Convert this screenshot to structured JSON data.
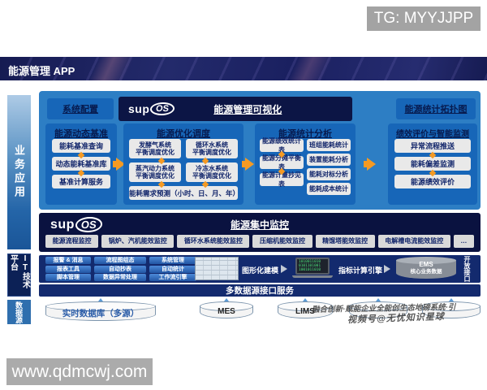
{
  "overlays": {
    "tg_badge": "TG: MYYJJPP",
    "site_badge": "www.qdmcwj.com",
    "watermark_line1": "融合创新·赋能企业全能创生态地磅系统·引",
    "watermark_line2": "视频号@无忧知识星球"
  },
  "banner": {
    "title": "能源管理 APP"
  },
  "sidebar": {
    "business": "业务应用",
    "it": "IT技术平台",
    "data": "数据源"
  },
  "logo": {
    "sup": "sup",
    "os": "OS"
  },
  "business": {
    "system_config": "系统配置",
    "viz_title": "能源管理可视化",
    "topology": "能源统计拓扑图",
    "col1": {
      "header": "能源动态基准",
      "items": [
        "能耗基准查询",
        "动态能耗基准库",
        "基准计算服务"
      ]
    },
    "col2": {
      "header": "能源优化调度",
      "grid": [
        {
          "l1": "发酵气系统",
          "l2": "平衡调度优化"
        },
        {
          "l1": "循环水系统",
          "l2": "平衡调度优化"
        },
        {
          "l1": "蒸汽动力系统",
          "l2": "平衡调度优化"
        },
        {
          "l1": "冷冻水系统",
          "l2": "平衡调度优化"
        }
      ],
      "wide": "能耗需求预测（小时、日、月、年）"
    },
    "col3": {
      "header": "能源统计分析",
      "left": [
        "能源绩效统计表",
        "能源分摊平衡表",
        "能源计量抄见表"
      ],
      "right": [
        "班组能耗统计",
        "装置能耗分析",
        "能耗对标分析",
        "能耗成本统计"
      ]
    },
    "col4": {
      "header": "绩效评价与智能监测",
      "items": [
        "异常流程推送",
        "能耗偏差监测",
        "能源绩效评价"
      ]
    }
  },
  "monitoring": {
    "title": "能源集中监控",
    "buttons": [
      "能源流程监控",
      "锅炉、汽机能效监控",
      "循环水系统能效监控",
      "压缩机能效监控",
      "精馏塔能效监控",
      "电解槽电流能效监控",
      "…"
    ]
  },
  "it_platform": {
    "grid": [
      [
        "报警 & 消息",
        "流程图组态",
        "系统管理"
      ],
      [
        "报表工具",
        "自动抄表",
        "自动统计"
      ],
      [
        "脚本管理",
        "数据异常处理",
        "工作流引擎"
      ]
    ],
    "modeling_label": "图形化建模",
    "engine_label": "指标计算引擎",
    "binary": "1010011010\n0101101001\n1001011010",
    "ems_line1": "EMS",
    "ems_line2": "核心业务数据",
    "open_api": "开放接口",
    "strip_title": "多数据源接口服务"
  },
  "datasources": [
    {
      "label": "实时数据库（多源）"
    },
    {
      "label": "MES"
    },
    {
      "label": "LIMS"
    },
    {
      "label": ""
    },
    {
      "label": ""
    }
  ],
  "colors": {
    "accent_orange": "#f59a23",
    "section_blue": "#2d7ec4",
    "panel_blue": "#1766b8",
    "navy": "#0a1240",
    "it_navy": "#132a6e",
    "item_gray": "#e9e9e9"
  }
}
